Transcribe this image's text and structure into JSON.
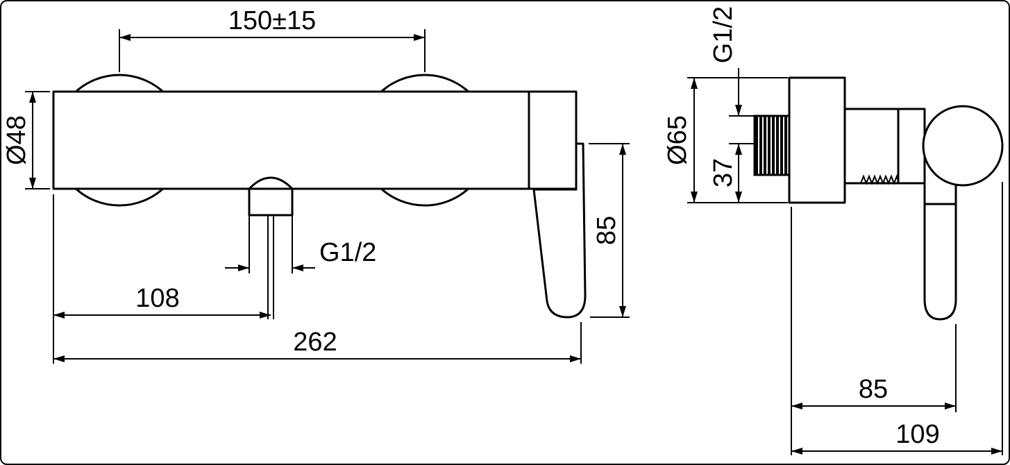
{
  "colors": {
    "line": "#000000",
    "background": "#ffffff"
  },
  "front_view": {
    "dim_center_distance": "150±15",
    "dim_body_diameter": "Ø48",
    "dim_inlet_thread": "G1/2",
    "dim_inlet_position": "108",
    "dim_total_width": "262",
    "dim_handle_length": "85"
  },
  "side_view": {
    "dim_wall_thread": "G1/2",
    "dim_rosette_diameter": "Ø65",
    "dim_thread_length": "37",
    "dim_depth_to_handle": "85",
    "dim_total_depth": "109"
  }
}
